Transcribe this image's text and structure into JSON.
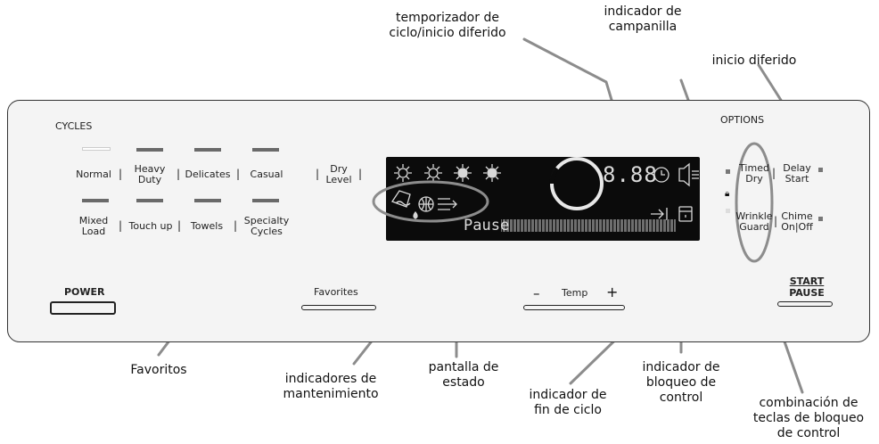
{
  "panel": {
    "cycles_label": "CYCLES",
    "options_label": "OPTIONS",
    "cycles_row1": [
      "Normal",
      "Heavy\nDuty",
      "Delicates",
      "Casual"
    ],
    "cycles_row2": [
      "Mixed\nLoad",
      "Touch up",
      "Towels",
      "Specialty\nCycles"
    ],
    "dry_level": "Dry\nLevel",
    "power": "POWER",
    "favorites": "Favorites",
    "temp_minus": "–",
    "temp_label": "Temp",
    "temp_plus": "+",
    "start_label": "START",
    "pause_label": "PAUSE",
    "options": {
      "timed_dry": "Timed\nDry",
      "delay_start": "Delay\nStart",
      "wrinkle_guard": "Wrinkle\nGuard",
      "chime": "Chime\nOn|Off"
    }
  },
  "display": {
    "digits": "8.88",
    "status_text": "Pause"
  },
  "callouts": {
    "cycle_timer": "temporizador de\nciclo/inicio diferido",
    "chime_indicator": "indicador de\ncampanilla",
    "delay_start": "inicio diferido",
    "favorites": "Favoritos",
    "maintenance": "indicadores de\nmantenimiento",
    "status_display": "pantalla de\nestado",
    "end_of_cycle": "indicador de\nfin de ciclo",
    "control_lock": "indicador de\nbloqueo de\ncontrol",
    "lock_combo": "combinación de\nteclas de bloqueo\nde control"
  },
  "colors": {
    "leader": "#8c8c8c",
    "panel_bg": "#f4f4f4",
    "display_bg": "#0b0b0b"
  }
}
